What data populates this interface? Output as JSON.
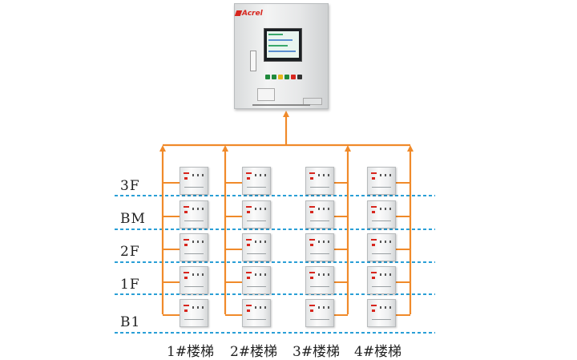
{
  "main_cabinet": {
    "brand": "Acrel"
  },
  "floors": [
    "3F",
    "BM",
    "2F",
    "1F",
    "B1"
  ],
  "stairwells": [
    "1#楼梯",
    "2#楼梯",
    "3#楼梯",
    "4#楼梯"
  ],
  "colors": {
    "trunk_line": "#f08a2a",
    "floor_divider": "#2a9fd6",
    "brand_red": "#d7261e"
  }
}
